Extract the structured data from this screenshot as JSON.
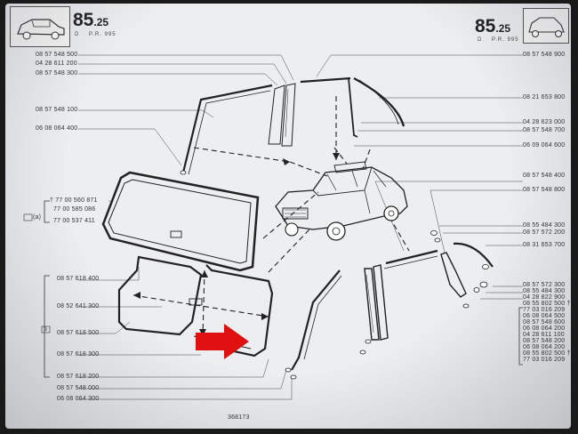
{
  "header_left": {
    "page": "85",
    "page_sub": "25",
    "code_letter": "D",
    "pr": "P.R. 995"
  },
  "header_right": {
    "page": "85",
    "page_sub": "25",
    "code_letter": "D",
    "pr": "P.R. 995"
  },
  "left_parts": [
    "08 57 548 500",
    "04 28 611 200",
    "08 57 548 300",
    "08 57 548 100",
    "06 08 064 400",
    "† 77 00 560 871",
    "77 00 585 086",
    "77 00 537 411",
    "08 57 618 400",
    "08 52 641 300",
    "08 57 618 500",
    "08 57 618 300",
    "08 57 618 200",
    "08 57 548 000",
    "06 08 064 300"
  ],
  "right_parts": [
    "08 57 548 900",
    "08 21 653 800",
    "04 28 623 000",
    "08 57 548 700",
    "06 09 064 600",
    "08 57 548 400",
    "08 57 548 800",
    "08 55 484 300",
    "08 57 572 200",
    "08 31 653 700",
    "08 57 572 300",
    "08 55 484 300",
    "04 28 822 900",
    "08 55 802 500 †",
    "77 03 016 209",
    "06 08 064 500",
    "08 57 548 600",
    "06 08 064 200",
    "04 28 611 100",
    "08 57 548 200",
    "06 08 064 200",
    "08 55 802 500 †",
    "77 03 016 209"
  ],
  "side_marks": {
    "a": "(a)",
    "box": "5"
  },
  "footer": "368173",
  "colors": {
    "arrow": "#e01010",
    "paper": "#eceef0",
    "ink": "#222222"
  }
}
